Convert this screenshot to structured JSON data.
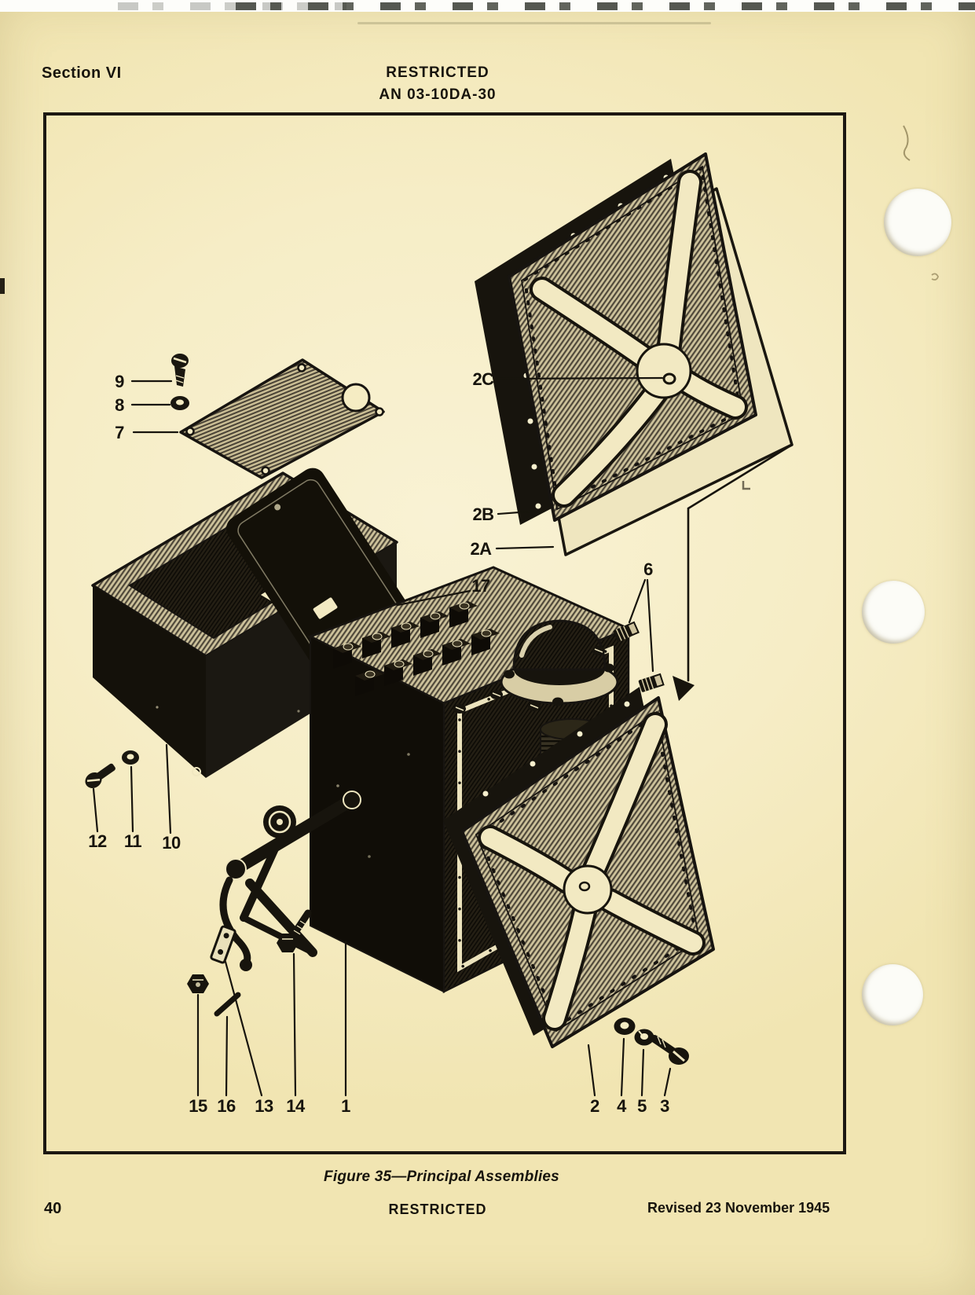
{
  "page": {
    "paper_color": "#f5ecc3",
    "ink_color": "#17140d"
  },
  "header": {
    "section_label": "Section VI",
    "classification": "RESTRICTED",
    "document_number": "AN 03-10DA-30"
  },
  "figure": {
    "caption": "Figure 35—Principal Assemblies",
    "callouts": [
      {
        "id": "9",
        "label": "9"
      },
      {
        "id": "8",
        "label": "8"
      },
      {
        "id": "7",
        "label": "7"
      },
      {
        "id": "2C",
        "label": "2C"
      },
      {
        "id": "2B",
        "label": "2B"
      },
      {
        "id": "2A",
        "label": "2A"
      },
      {
        "id": "17",
        "label": "17"
      },
      {
        "id": "6",
        "label": "6"
      },
      {
        "id": "12",
        "label": "12"
      },
      {
        "id": "11",
        "label": "11"
      },
      {
        "id": "10",
        "label": "10"
      },
      {
        "id": "15",
        "label": "15"
      },
      {
        "id": "16",
        "label": "16"
      },
      {
        "id": "13",
        "label": "13"
      },
      {
        "id": "14",
        "label": "14"
      },
      {
        "id": "1",
        "label": "1"
      },
      {
        "id": "2",
        "label": "2"
      },
      {
        "id": "4",
        "label": "4"
      },
      {
        "id": "5",
        "label": "5"
      },
      {
        "id": "3",
        "label": "3"
      }
    ]
  },
  "footer": {
    "page_number": "40",
    "classification": "RESTRICTED",
    "revision_note": "Revised 23 November 1945"
  }
}
